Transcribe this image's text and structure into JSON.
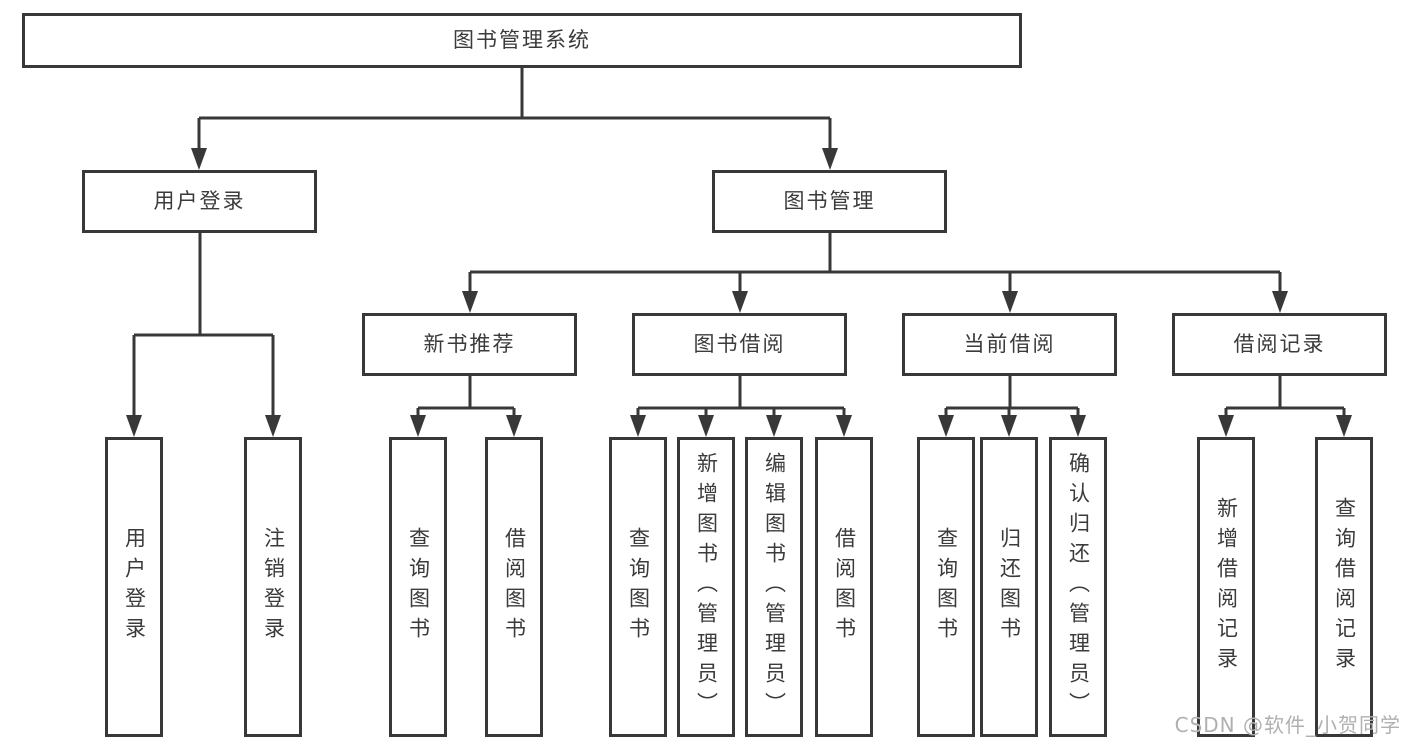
{
  "diagram": {
    "root": {
      "label": "图书管理系统"
    },
    "level2": [
      {
        "label": "用户登录"
      },
      {
        "label": "图书管理"
      }
    ],
    "level3": [
      {
        "label": "新书推荐"
      },
      {
        "label": "图书借阅"
      },
      {
        "label": "当前借阅"
      },
      {
        "label": "借阅记录"
      }
    ],
    "leaves": [
      {
        "label": "用户登录"
      },
      {
        "label": "注销登录"
      },
      {
        "label": "查询图书"
      },
      {
        "label": "借阅图书"
      },
      {
        "label": "查询图书"
      },
      {
        "label": "新增图书（管理员）"
      },
      {
        "label": "编辑图书（管理员）"
      },
      {
        "label": "借阅图书"
      },
      {
        "label": "查询图书"
      },
      {
        "label": "归还图书"
      },
      {
        "label": "确认归还（管理员）"
      },
      {
        "label": "新增借阅记录"
      },
      {
        "label": "查询借阅记录"
      }
    ]
  },
  "watermark": {
    "text": "CSDN @软件_小贺同学"
  },
  "colors": {
    "line": "#383838",
    "text": "#3b3b3b",
    "watermark": "#b0b0b0",
    "background": "#ffffff"
  }
}
